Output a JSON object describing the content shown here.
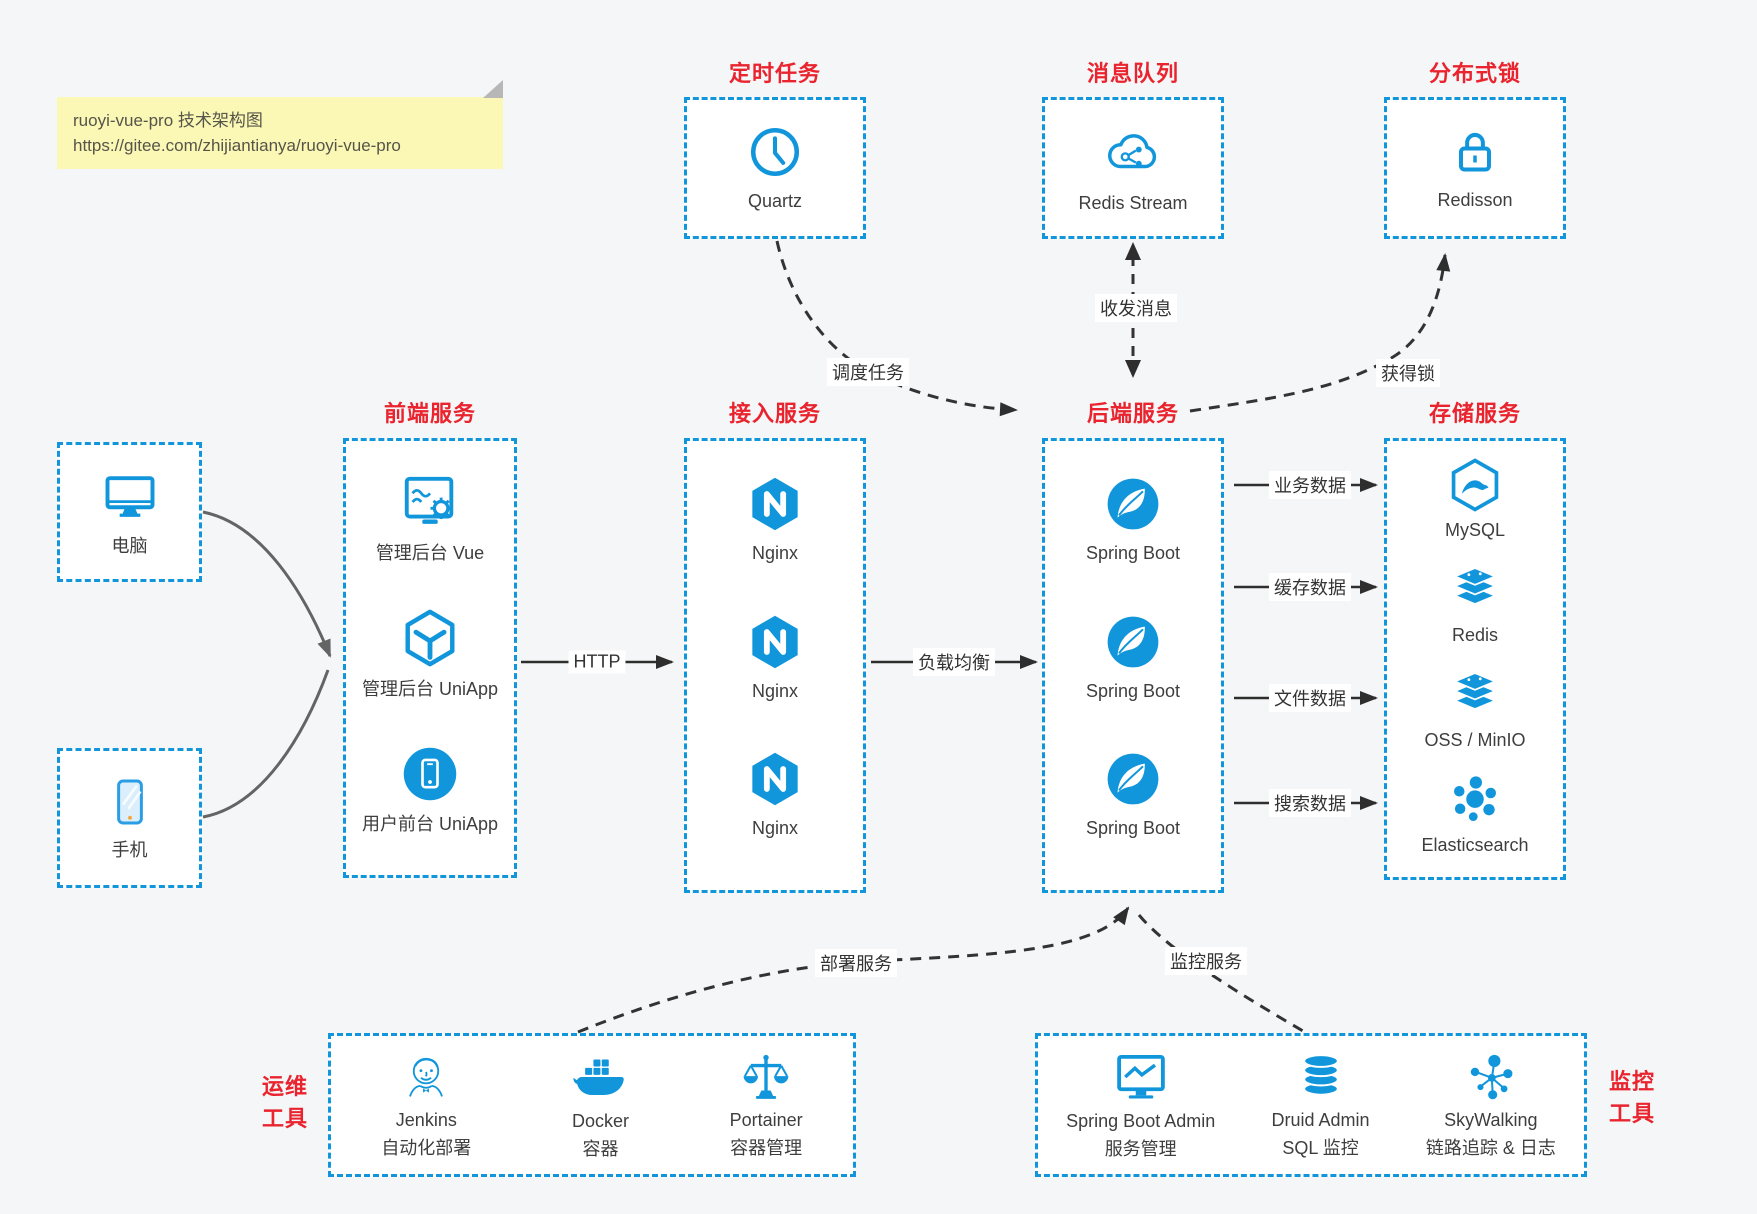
{
  "note": {
    "line1": "ruoyi-vue-pro 技术架构图",
    "line2": "https://gitee.com/zhijiantianya/ruoyi-vue-pro"
  },
  "top_modules": [
    {
      "title": "定时任务",
      "label": "Quartz",
      "icon": "clock-icon"
    },
    {
      "title": "消息队列",
      "label": "Redis Stream",
      "icon": "cloud-queue-icon"
    },
    {
      "title": "分布式锁",
      "label": "Redisson",
      "icon": "lock-icon"
    }
  ],
  "clients": [
    {
      "label": "电脑",
      "icon": "desktop-icon"
    },
    {
      "label": "手机",
      "icon": "smartphone-icon"
    }
  ],
  "columns": {
    "frontend": {
      "title": "前端服务",
      "items": [
        {
          "label": "管理后台 Vue"
        },
        {
          "label": "管理后台 UniApp"
        },
        {
          "label": "用户前台 UniApp"
        }
      ]
    },
    "access": {
      "title": "接入服务",
      "items": [
        {
          "label": "Nginx"
        },
        {
          "label": "Nginx"
        },
        {
          "label": "Nginx"
        }
      ]
    },
    "backend": {
      "title": "后端服务",
      "items": [
        {
          "label": "Spring Boot"
        },
        {
          "label": "Spring Boot"
        },
        {
          "label": "Spring Boot"
        }
      ]
    },
    "storage": {
      "title": "存储服务",
      "items": [
        {
          "label": "MySQL"
        },
        {
          "label": "Redis"
        },
        {
          "label": "OSS / MinIO"
        },
        {
          "label": "Elasticsearch"
        }
      ]
    }
  },
  "edges": {
    "http": "HTTP",
    "load_balance": "负载均衡",
    "schedule": "调度任务",
    "message": "收发消息",
    "lock": "获得锁",
    "biz_data": "业务数据",
    "cache_data": "缓存数据",
    "file_data": "文件数据",
    "search_data": "搜索数据",
    "deploy": "部署服务",
    "monitor": "监控服务"
  },
  "ops": {
    "group_line1": "运维",
    "group_line2": "工具",
    "items": [
      {
        "name": "Jenkins",
        "desc": "自动化部署",
        "icon": "jenkins-icon"
      },
      {
        "name": "Docker",
        "desc": "容器",
        "icon": "docker-icon"
      },
      {
        "name": "Portainer",
        "desc": "容器管理",
        "icon": "portainer-icon"
      }
    ]
  },
  "monitoring": {
    "group_line1": "监控",
    "group_line2": "工具",
    "items": [
      {
        "name": "Spring Boot Admin",
        "desc": "服务管理",
        "icon": "monitor-chart-icon"
      },
      {
        "name": "Druid Admin",
        "desc": "SQL 监控",
        "icon": "database-icon"
      },
      {
        "name": "SkyWalking",
        "desc": "链路追踪 & 日志",
        "icon": "node-cluster-icon"
      }
    ]
  },
  "colors": {
    "blue": "#1296db",
    "red": "#e9242e",
    "text": "#3e3e3e",
    "note_bg": "#fbf7b4"
  }
}
